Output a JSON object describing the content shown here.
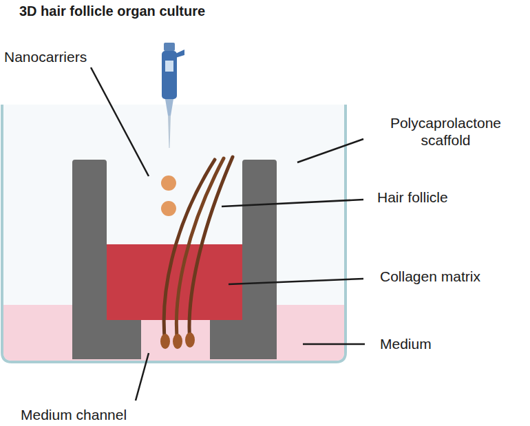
{
  "diagram": {
    "title": "3D hair follicle organ culture",
    "labels": [
      "Nanocarriers",
      "Polycaprolactone scaffold",
      "Hair follicle",
      "Collagen matrix",
      "Medium",
      "Medium channel"
    ]
  }
}
